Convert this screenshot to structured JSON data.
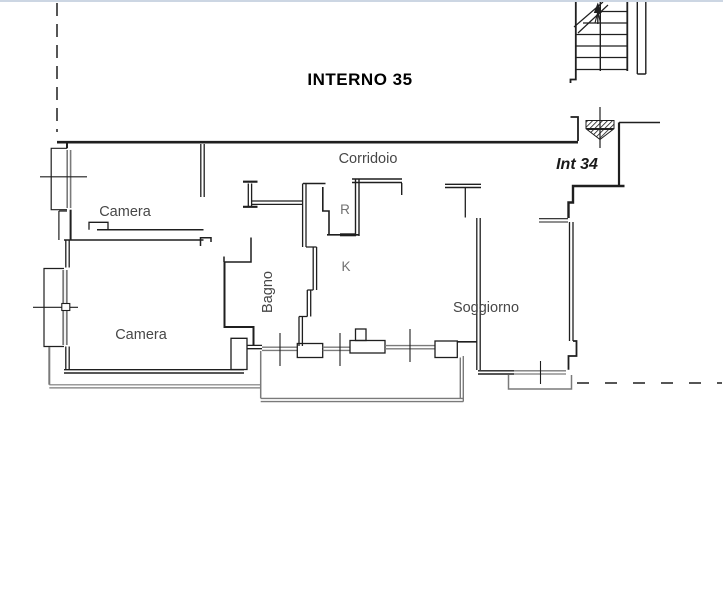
{
  "title": {
    "text": "INTERNO 35"
  },
  "plan": {
    "labels": {
      "corridoio": "Corridoio",
      "camera_top": "Camera",
      "camera_bottom": "Camera",
      "bagno": "Bagno",
      "ripostiglio": "R",
      "cucina": "K",
      "soggiorno": "Soggiorno",
      "int34": "Int 34"
    },
    "icons": [
      {
        "name": "staircase-icon"
      },
      {
        "name": "entrance-door-icon"
      },
      {
        "name": "window-icon"
      },
      {
        "name": "up-arrow-icon"
      }
    ],
    "colors": {
      "wall": "#1f1f1f",
      "wall_gray": "#7a7a7a",
      "label": "#474747",
      "label_light": "#707070",
      "title": "#000000",
      "frame_top": "#ccd6e3"
    }
  }
}
